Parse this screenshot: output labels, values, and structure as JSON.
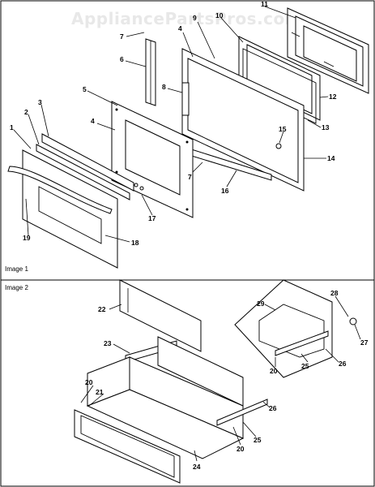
{
  "watermark": "AppliancePartsPros.com",
  "sections": {
    "image1": "Image 1",
    "image2": "Image 2"
  },
  "callouts": {
    "c1": "1",
    "c2": "2",
    "c3": "3",
    "c4a": "4",
    "c4b": "4",
    "c5": "5",
    "c6": "6",
    "c7a": "7",
    "c7b": "7",
    "c8": "8",
    "c9": "9",
    "c10": "10",
    "c11": "11",
    "c12": "12",
    "c13": "13",
    "c14": "14",
    "c15": "15",
    "c16": "16",
    "c17": "17",
    "c18": "18",
    "c19": "19",
    "c20a": "20",
    "c20b": "20",
    "c20c": "20",
    "c21": "21",
    "c22": "22",
    "c23": "23",
    "c24": "24",
    "c25a": "25",
    "c25b": "25",
    "c26a": "26",
    "c26b": "26",
    "c27": "27",
    "c28": "28",
    "c29": "29"
  }
}
